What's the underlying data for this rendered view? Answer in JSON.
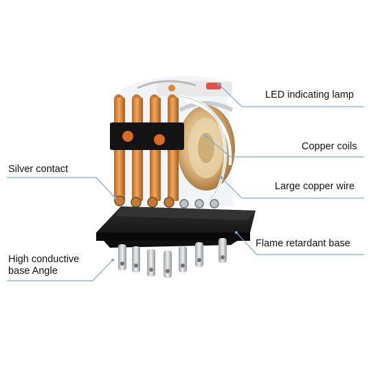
{
  "colors": {
    "leader": "#7aa9d6",
    "copper": "#d9893a",
    "base": "#1a1a1a",
    "pin": "#cfd3d6",
    "coil": "#c48a3b"
  },
  "callouts": {
    "led_lamp": "LED indicating lamp",
    "copper_coils": "Copper coils",
    "copper_wire": "Large copper wire",
    "flame_base": "Flame retardant base",
    "silver_contact": "Silver contact",
    "high_conductive_line1": "High conductive",
    "high_conductive_line2": "base Angle"
  }
}
